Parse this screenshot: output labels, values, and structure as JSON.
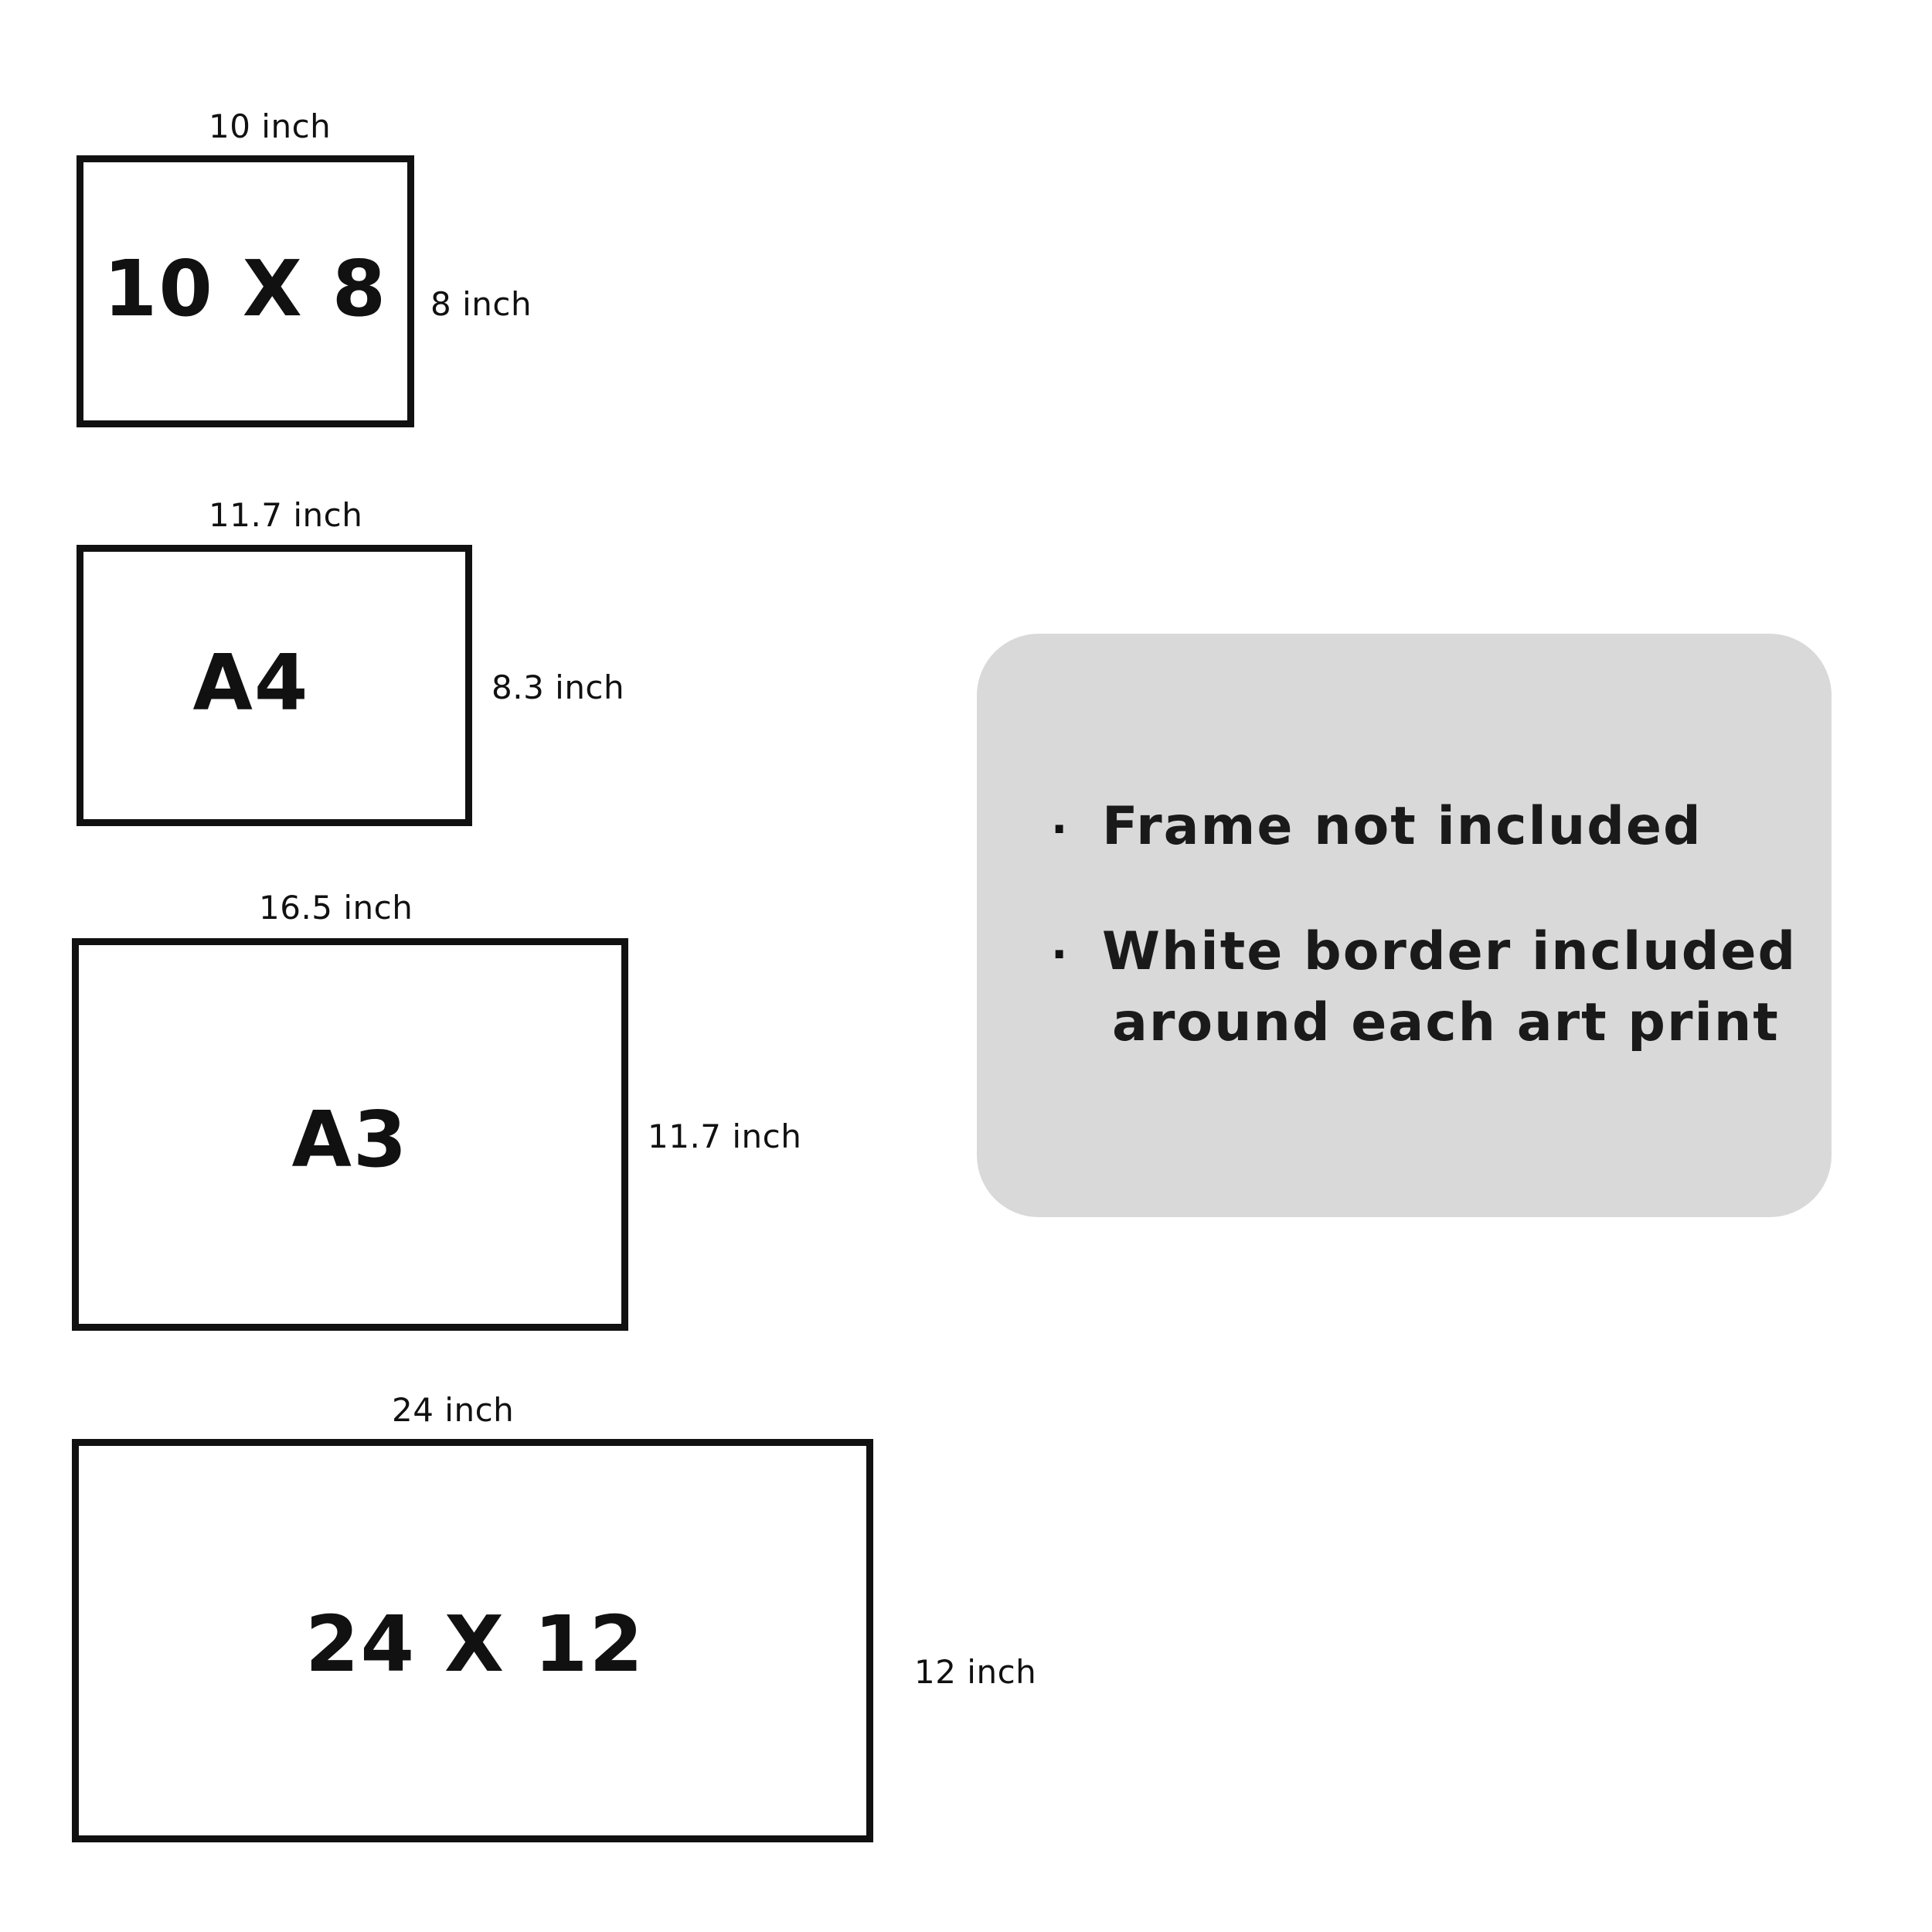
{
  "sizes": [
    {
      "label": "10 X 8",
      "width_label": "10 inch",
      "height_label": "8 inch"
    },
    {
      "label": "A4",
      "width_label": "11.7 inch",
      "height_label": "8.3 inch"
    },
    {
      "label": "A3",
      "width_label": "16.5 inch",
      "height_label": "11.7 inch"
    },
    {
      "label": "24 X 12",
      "width_label": "24 inch",
      "height_label": "12 inch"
    }
  ],
  "info": {
    "items": [
      {
        "line1": "Frame not included"
      },
      {
        "line1": "White border included",
        "line2": "around each art print"
      }
    ],
    "bullet": "·"
  },
  "colors": {
    "stroke": "#111111",
    "card_background": "#d9d9d9",
    "page_background": "#ffffff"
  }
}
